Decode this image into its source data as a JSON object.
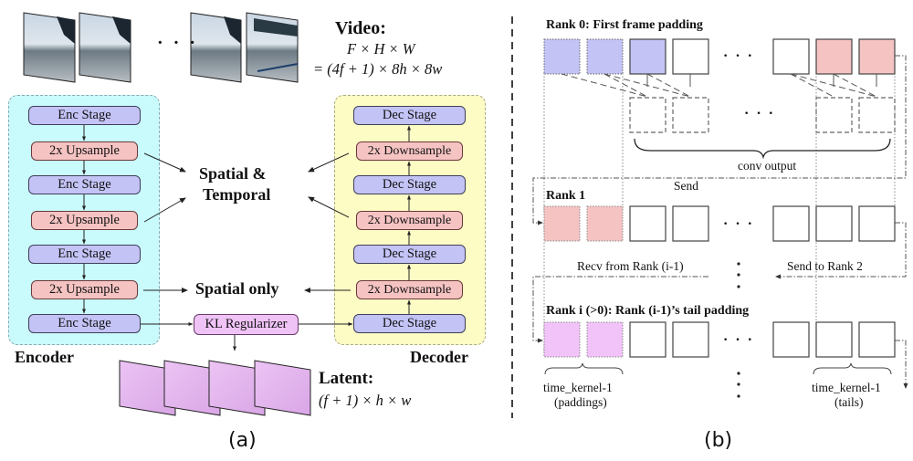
{
  "panel_a": {
    "video_label": "Video:",
    "video_formula_1": "F × H × W",
    "video_formula_2": "= (4f + 1) × 8h × 8w",
    "ellipsis": "· · ·",
    "encoder": {
      "title": "Encoder",
      "stages": [
        "Enc Stage",
        "2x Upsample",
        "Enc Stage",
        "2x Upsample",
        "Enc Stage",
        "2x Upsample",
        "Enc Stage"
      ]
    },
    "decoder": {
      "title": "Decoder",
      "stages": [
        "Dec Stage",
        "2x Downsample",
        "Dec Stage",
        "2x Downsample",
        "Dec Stage",
        "2x Downsample",
        "Dec Stage"
      ]
    },
    "spatial_temporal_1": "Spatial  &",
    "spatial_temporal_2": "Temporal",
    "spatial_only": "Spatial only",
    "kl_regularizer": "KL Regularizer",
    "latent_label": "Latent:",
    "latent_formula": "(f + 1) × h × w",
    "caption": "(a)",
    "colors": {
      "encoder_bg": "#c9fafc",
      "decoder_bg": "#fdfcc4",
      "stage": "#c3c3f6",
      "sample": "#f6c3c3",
      "kl": "#f0c3f6",
      "latent": "#e6b3f0"
    }
  },
  "panel_b": {
    "rank0_label": "Rank 0: First frame padding",
    "rank1_label": "Rank 1",
    "ranki_label": "Rank i (>0): Rank (i-1)’s tail padding",
    "conv_output": "conv output",
    "send": "Send",
    "recv_from": "Recv from Rank (i-1)",
    "send_to": "Send to Rank 2",
    "ellipsis": "· · ·",
    "paddings_1": "time_kernel-1",
    "paddings_2": "(paddings)",
    "tails_1": "time_kernel-1",
    "tails_2": "(tails)",
    "caption": "(b)",
    "colors": {
      "blue": "#c3c3f6",
      "red": "#f6c3c3",
      "pink": "#f2c3f8"
    }
  }
}
